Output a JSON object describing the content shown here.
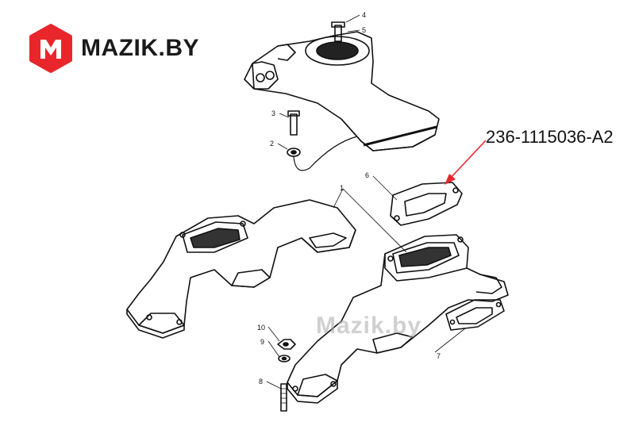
{
  "brand": {
    "name": "MAZIK.BY",
    "color": "#e8262b"
  },
  "highlight": {
    "part_code": "236-1115036-A2",
    "arrow_color": "#e8262b"
  },
  "watermark": "Mazik.by",
  "callouts": [
    {
      "id": "callout-4",
      "label": "4"
    },
    {
      "id": "callout-5",
      "label": "5"
    },
    {
      "id": "callout-3",
      "label": "3"
    },
    {
      "id": "callout-2",
      "label": "2"
    },
    {
      "id": "callout-6",
      "label": "6"
    },
    {
      "id": "callout-1",
      "label": "1"
    },
    {
      "id": "callout-7",
      "label": "7"
    },
    {
      "id": "callout-10",
      "label": "10"
    },
    {
      "id": "callout-9",
      "label": "9"
    },
    {
      "id": "callout-8",
      "label": "8"
    }
  ]
}
